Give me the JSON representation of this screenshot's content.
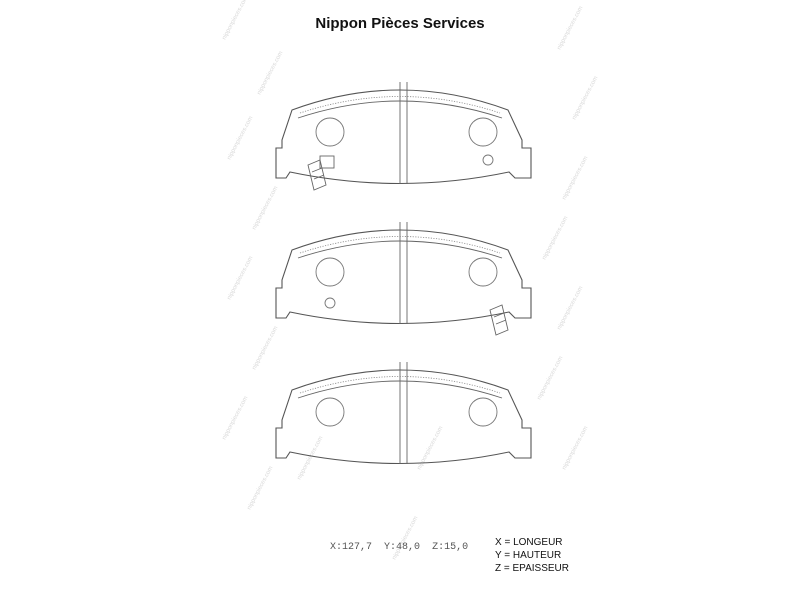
{
  "title": "Nippon Pièces Services",
  "watermark_text": "nipponpieces.com",
  "dimensions": {
    "x": "X:127,7",
    "y": "Y:48,0",
    "z": "Z:15,0"
  },
  "legend": [
    "X = LONGEUR",
    "Y = HAUTEUR",
    "Z = EPAISSEUR"
  ],
  "colors": {
    "line": "#555555",
    "watermark": "#d9d9d9",
    "text": "#111111"
  }
}
